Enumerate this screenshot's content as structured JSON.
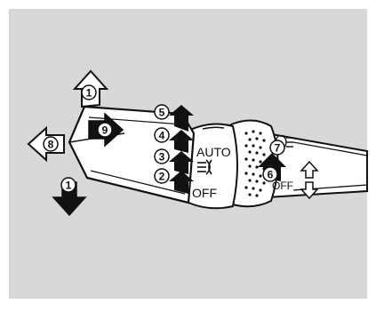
{
  "colors": {
    "background": "#d8d8d8",
    "border": "#ffffff",
    "ink": "#111111",
    "body_fill": "#ffffff",
    "arrow_fill": "#111111"
  },
  "callouts": {
    "c1_top": "1",
    "c1_bottom": "1",
    "c2": "2",
    "c3": "3",
    "c4": "4",
    "c5": "5",
    "c6": "6",
    "c7": "7",
    "c8": "8",
    "c9": "9"
  },
  "ring_labels": {
    "auto": "AUTO",
    "off_inner": "OFF",
    "off_outer": "OFF"
  },
  "icons": {
    "headlight_symbol": "headlight-icon",
    "fog_symbol": "fog-light-icon",
    "updown_symbol": "up-down-arrows-icon"
  }
}
